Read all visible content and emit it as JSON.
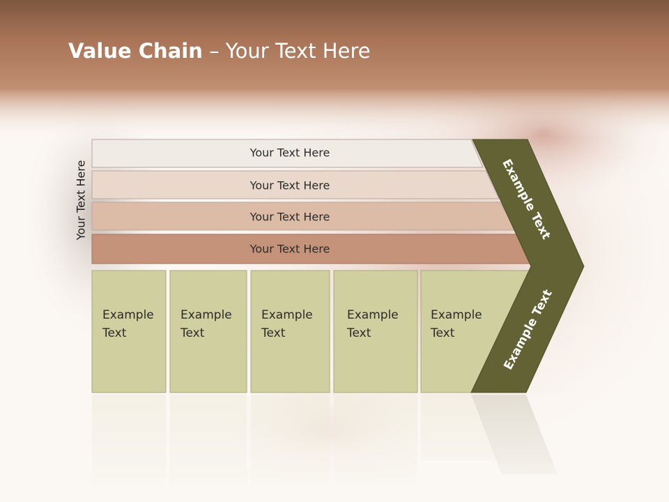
{
  "slide": {
    "title_bold": "Value Chain",
    "title_rest": " – Your Text Here",
    "side_label": "Your Text Here"
  },
  "rows": [
    {
      "label": "Your Text Here",
      "color": "#f1ebe6"
    },
    {
      "label": "Your Text Here",
      "color": "#ead8cc"
    },
    {
      "label": "Your Text Here",
      "color": "#dcbba7"
    },
    {
      "label": "Your Text Here",
      "color": "#c4937a"
    }
  ],
  "boxes": [
    {
      "line1": "Example",
      "line2": "Text"
    },
    {
      "line1": "Example",
      "line2": "Text"
    },
    {
      "line1": "Example",
      "line2": "Text"
    },
    {
      "line1": "Example",
      "line2": "Text"
    },
    {
      "line1": "Example",
      "line2": "Text"
    }
  ],
  "chevron": {
    "upper_label": "Example Text",
    "lower_label": "Example Text",
    "color": "#636234"
  },
  "colors": {
    "header": "#8a5a3e",
    "box_fill": "#cfcf9f",
    "box_stroke": "#a9a981"
  }
}
